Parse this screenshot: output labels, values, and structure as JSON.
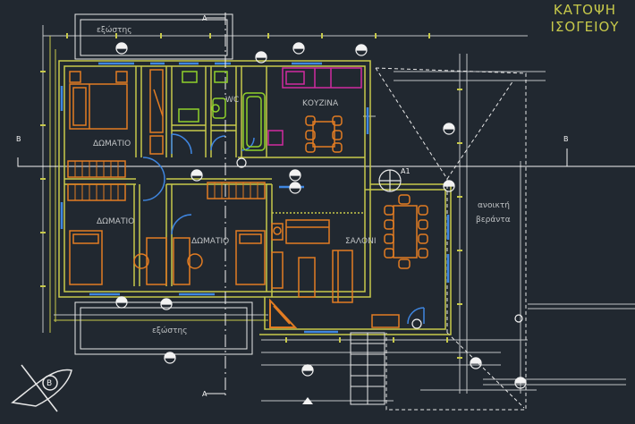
{
  "title": {
    "line1": "ΚΑΤΟΨΗ",
    "line2": "ΙΣΟΓΕΙΟΥ"
  },
  "labels": {
    "outside_top": "εξώστης",
    "outside_bottom": "εξώστης",
    "bedroom_1": "ΔΩΜΑΤΙΟ",
    "bedroom_2": "ΔΩΜΑΤΙΟ",
    "bedroom_3": "ΔΩΜΑΤΙΟ",
    "wc": "WC",
    "kitchen": "ΚΟΥΖΙΝΑ",
    "living": "ΣΑΛΟΝΙ",
    "veranda_1": "ανοικτή",
    "veranda_2": "βεράντα",
    "section_a_top": "A",
    "section_a_bottom": "A",
    "section_b_left": "B",
    "section_b_right": "B",
    "stair_mark": "A1",
    "north": "B"
  },
  "colors": {
    "background": "#212830",
    "walls": "#c7c94a",
    "dims": "#bfc2c4",
    "furniture": "#e27c22",
    "kitchen": "#d12aa0",
    "wet": "#8fd12a",
    "doors": "#3f86e0",
    "section": "#f2f2f2"
  }
}
